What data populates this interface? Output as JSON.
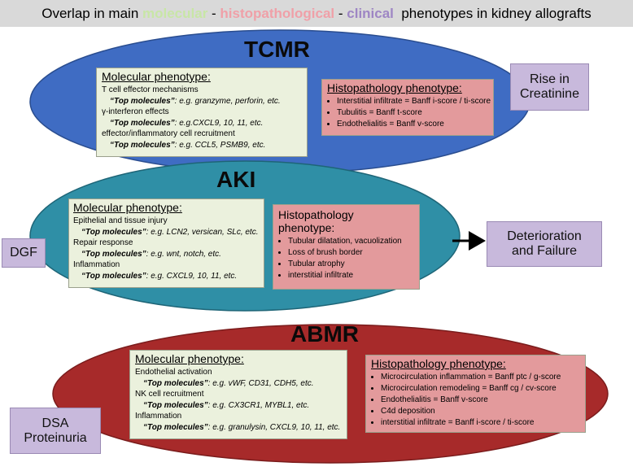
{
  "title": {
    "prefix": "Overlap in main ",
    "molecular": "molecular",
    "sep1": " - ",
    "histopathological": "histopathological",
    "sep2": " - ",
    "clinical": "clinical",
    "suffix": "  phenotypes in kidney allografts"
  },
  "colors": {
    "tcmr_ellipse": "#3f6cc3",
    "aki_ellipse": "#2f8fa6",
    "abmr_ellipse": "#a72a2a",
    "molecular_box": "#ebf1dd",
    "histopathology_box": "#e39a9c",
    "clinical_box": "#c8b9dc"
  },
  "tcmr": {
    "label": "TCMR",
    "molecular": {
      "header": "Molecular phenotype:",
      "lines": [
        {
          "text": "T cell effector mechanisms",
          "indent": false,
          "italic": false
        },
        {
          "lead": "“Top molecules”",
          "text": ": e.g. granzyme, perforin, etc.",
          "indent": true,
          "italic": true
        },
        {
          "text": "γ-interferon effects",
          "indent": false,
          "italic": false
        },
        {
          "lead": "“Top molecules”",
          "text": ": e.g.CXCL9, 10, 11, etc.",
          "indent": true,
          "italic": true
        },
        {
          "text": "effector/inflammatory cell recruitment",
          "indent": false,
          "italic": false
        },
        {
          "lead": "“Top molecules”",
          "text": ": e.g. CCL5, PSMB9, etc.",
          "indent": true,
          "italic": true
        }
      ]
    },
    "histopathology": {
      "header": "Histopathology phenotype:",
      "items": [
        "Interstitial infiltrate = Banff i-score / ti-score",
        "Tubulitis = Banff t-score",
        "Endothelialitis = Banff v-score"
      ]
    }
  },
  "aki": {
    "label": "AKI",
    "molecular": {
      "header": "Molecular phenotype:",
      "lines": [
        {
          "text": "Epithelial and tissue injury",
          "indent": false,
          "italic": false
        },
        {
          "lead": "“Top molecules”",
          "text": ": e.g. LCN2, versican, SLc, etc.",
          "indent": true,
          "italic": true
        },
        {
          "text": "Repair response",
          "indent": false,
          "italic": false
        },
        {
          "lead": "“Top molecules”",
          "text": ": e.g. wnt, notch, etc.",
          "indent": true,
          "italic": true
        },
        {
          "text": "Inflammation",
          "indent": false,
          "italic": false
        },
        {
          "lead": "“Top molecules”",
          "text": ": e.g. CXCL9, 10, 11, etc.",
          "indent": true,
          "italic": true
        }
      ]
    },
    "histopathology": {
      "header_line1": "Histopathology",
      "header_line2": "phenotype:",
      "items": [
        "Tubular dilatation, vacuolization",
        "Loss of brush border",
        "Tubular atrophy",
        "interstitial infiltrate"
      ]
    }
  },
  "abmr": {
    "label": "ABMR",
    "molecular": {
      "header": "Molecular phenotype:",
      "lines": [
        {
          "text": "Endothelial activation",
          "indent": false,
          "italic": false
        },
        {
          "lead": "“Top molecules”",
          "text": ": e.g. vWF, CD31, CDH5, etc.",
          "indent": true,
          "italic": true
        },
        {
          "text": "NK cell recruitment",
          "indent": false,
          "italic": false
        },
        {
          "lead": "“Top molecules”",
          "text": ": e.g. CX3CR1, MYBL1, etc.",
          "indent": true,
          "italic": true
        },
        {
          "text": "Inflammation",
          "indent": false,
          "italic": false
        },
        {
          "lead": "“Top molecules”",
          "text": ": e.g. granulysin, CXCL9, 10, 11, etc.",
          "indent": true,
          "italic": true
        }
      ]
    },
    "histopathology": {
      "header": "Histopathology phenotype:",
      "items": [
        "Microcirculation inflammation = Banff ptc / g-score",
        "Microcirculation remodeling = Banff cg / cv-score",
        "Endothelialitis = Banff v-score",
        "C4d deposition",
        "interstitial infiltrate = Banff i-score / ti-score"
      ]
    }
  },
  "clinical": {
    "rise_creatinine": {
      "line1": "Rise in",
      "line2": "Creatinine"
    },
    "dgf": {
      "line1": "DGF"
    },
    "deterioration": {
      "line1": "Deterioration",
      "line2": "and Failure"
    },
    "dsa": {
      "line1": "DSA",
      "line2": "Proteinuria"
    }
  }
}
